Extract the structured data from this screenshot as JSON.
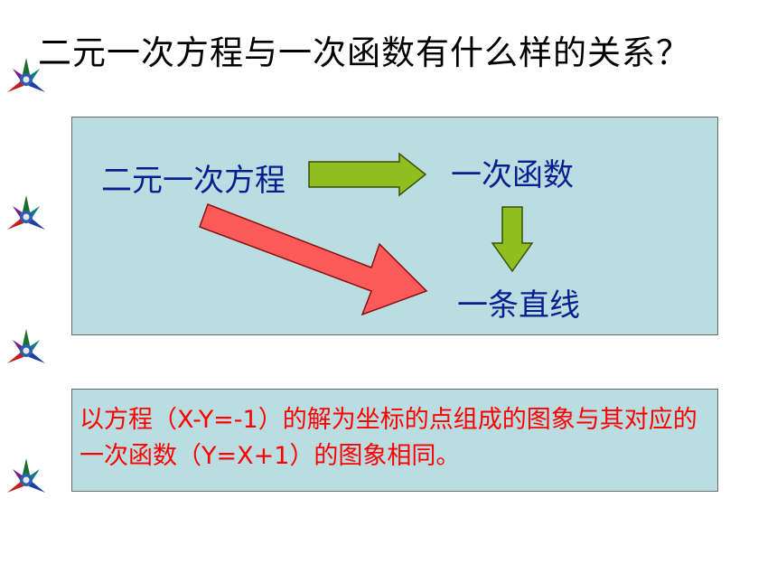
{
  "slide": {
    "title": "二元一次方程与一次函数有什么样的关系？"
  },
  "diagram": {
    "node_equation": "二元一次方程",
    "node_function": "一次函数",
    "node_line": "一条直线",
    "colors": {
      "box_fill": "#b9dde0",
      "node_text": "#0a1f8f",
      "arrow_green": "#8dbf1e",
      "arrow_red": "#ff5a5a"
    }
  },
  "conclusion": {
    "text": "以方程（X-Y=-1）的解为坐标的点组成的图象与其对应的一次函数（Y=X+1）的图象相同。",
    "color": "#ff0000"
  },
  "decorations": {
    "icon": "star-compass-icon"
  }
}
